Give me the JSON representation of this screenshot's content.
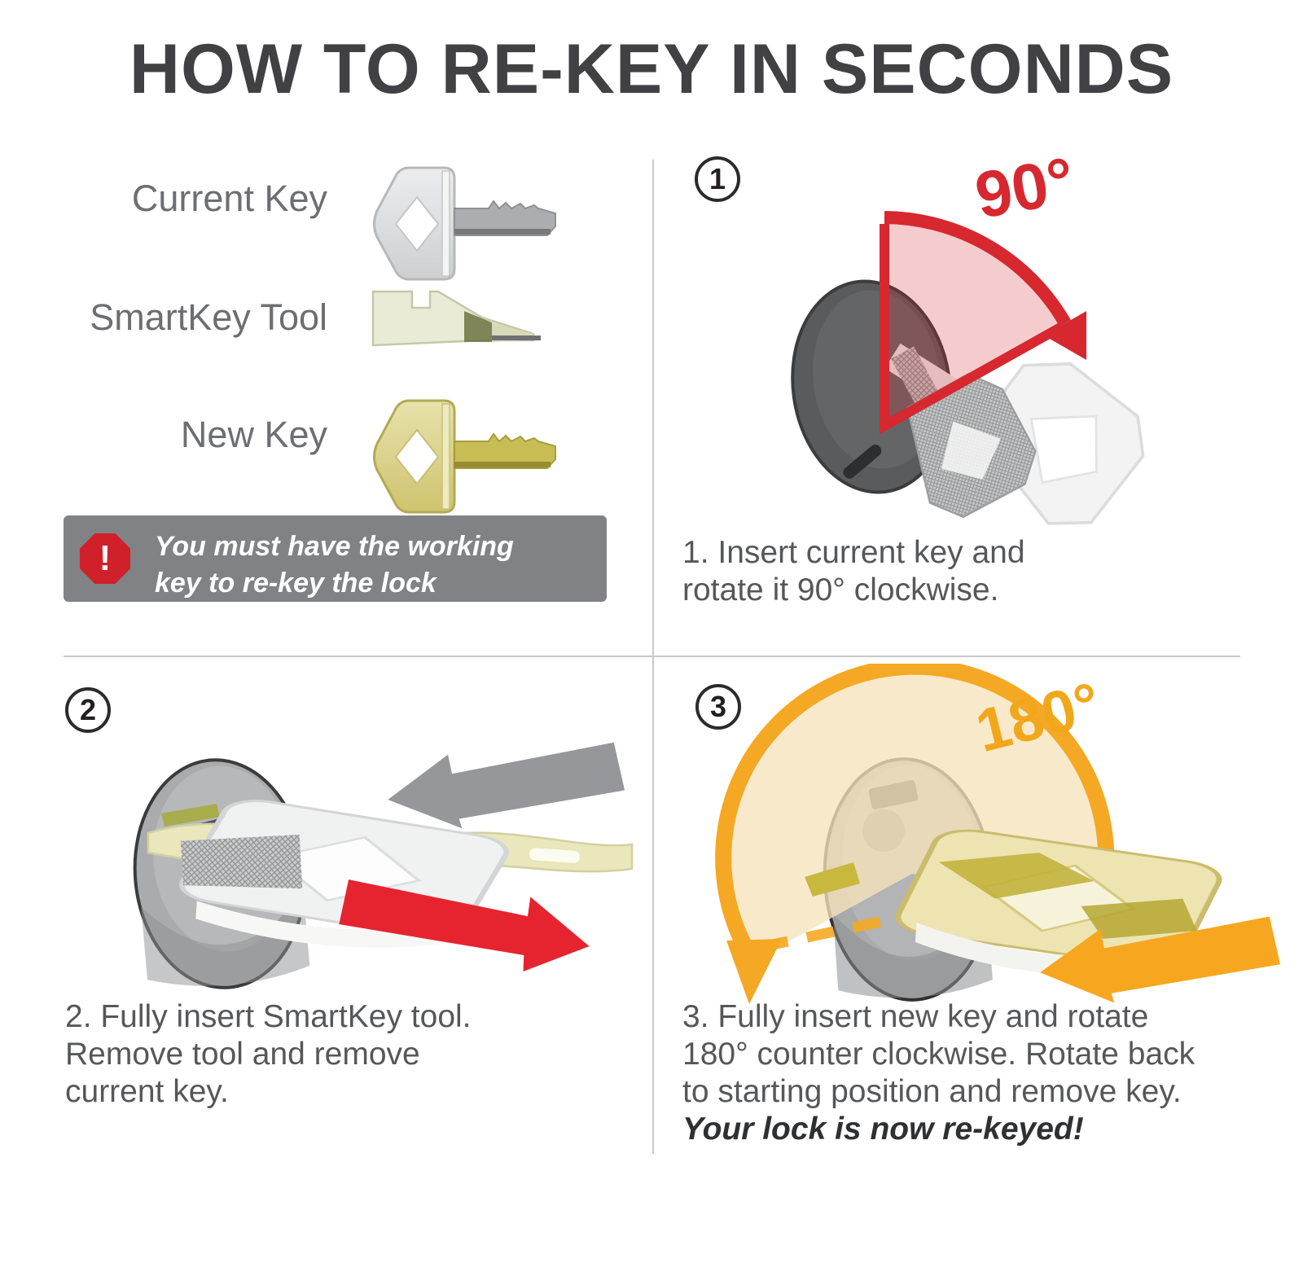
{
  "title": "HOW TO RE-KEY IN SECONDS",
  "palette": {
    "title_color": "#414042",
    "accent_red": "#d7282f",
    "accent_orange": "#f5a824",
    "warning_bg": "#808285",
    "caption_gray": "#565759"
  },
  "legend": {
    "items": [
      {
        "label": "Current Key",
        "icon": "current-key-icon"
      },
      {
        "label": "SmartKey Tool",
        "icon": "smartkey-tool-icon"
      },
      {
        "label": "New Key",
        "icon": "new-key-icon"
      }
    ],
    "warning": {
      "icon": "alert-octagon-icon",
      "exclamation": "!",
      "lines": [
        "You must have the working",
        "key to re-key the lock"
      ]
    }
  },
  "steps": [
    {
      "number": "1",
      "angle_label": "90°",
      "illustration": "lock-rotate-current-key-90-illustration",
      "caption_lines": [
        "1. Insert current key and",
        "rotate it 90° clockwise."
      ]
    },
    {
      "number": "2",
      "illustration": "lock-insert-smartkey-tool-illustration",
      "caption_lines": [
        "2. Fully insert SmartKey tool.",
        "Remove tool and remove",
        "current key."
      ]
    },
    {
      "number": "3",
      "angle_label": "180°",
      "illustration": "lock-rotate-new-key-180-illustration",
      "caption_lines": [
        "3. Fully insert new key and rotate",
        "180° counter clockwise. Rotate back",
        "to starting position and remove key."
      ],
      "caption_emphasis": "Your lock is now re-keyed!"
    }
  ]
}
